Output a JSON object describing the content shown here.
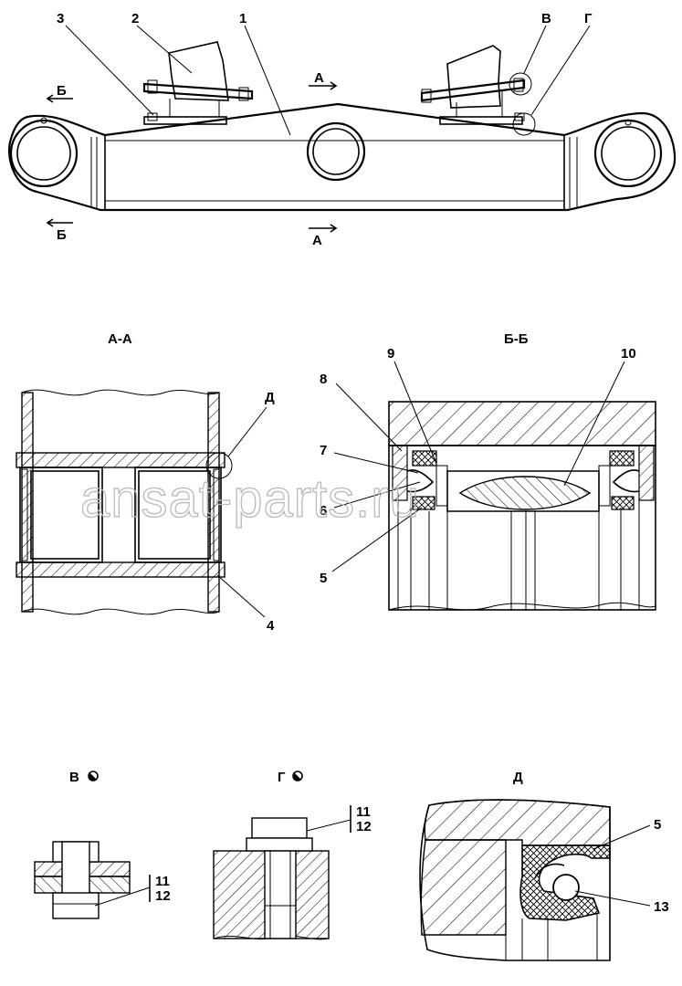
{
  "diagram": {
    "background": "#ffffff",
    "line_color": "#000000",
    "watermark": "ansat-parts.ru",
    "main_view": {
      "callouts": {
        "c1": "1",
        "c2": "2",
        "c3": "3",
        "cV": "В",
        "cG": "Г"
      },
      "section_marks": {
        "a_top": "А",
        "a_bottom": "А",
        "b_top": "Б",
        "b_bottom": "Б"
      }
    },
    "section_aa": {
      "title": "А-А",
      "callouts": {
        "d": "Д",
        "c4": "4"
      }
    },
    "section_bb": {
      "title": "Б-Б",
      "callouts": {
        "c5": "5",
        "c6": "6",
        "c7": "7",
        "c8": "8",
        "c9": "9",
        "c10": "10"
      }
    },
    "detail_v": {
      "title": "В",
      "callouts": {
        "c11": "11",
        "c12": "12"
      }
    },
    "detail_g": {
      "title": "Г",
      "callouts": {
        "c11": "11",
        "c12": "12"
      }
    },
    "detail_d": {
      "title": "Д",
      "callouts": {
        "c5": "5",
        "c13": "13"
      }
    }
  }
}
